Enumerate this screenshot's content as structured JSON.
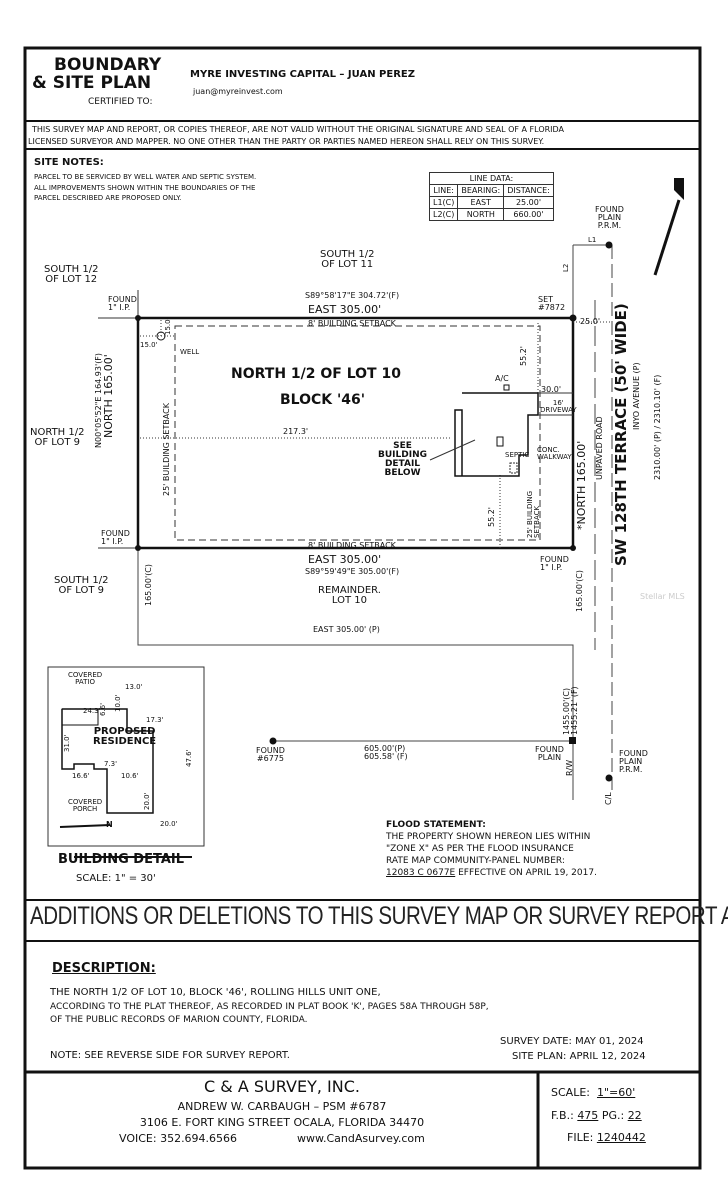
{
  "header": {
    "title_line1": "BOUNDARY",
    "title_line2": "& SITE PLAN",
    "certified_label": "CERTIFIED TO:",
    "client": "MYRE INVESTING CAPITAL – JUAN PEREZ",
    "email": "juan@myreinvest.com"
  },
  "disclaimer": {
    "line1": "THIS SURVEY MAP AND REPORT, OR COPIES THEREOF, ARE NOT VALID WITHOUT THE ORIGINAL SIGNATURE AND SEAL OF A FLORIDA",
    "line2": "LICENSED SURVEYOR AND MAPPER. NO ONE OTHER THAN THE PARTY OR PARTIES NAMED HEREON SHALL RELY ON THIS SURVEY."
  },
  "site_notes": {
    "heading": "SITE NOTES:",
    "lines": [
      "PARCEL TO BE SERVICED BY WELL WATER AND SEPTIC SYSTEM.",
      "ALL IMPROVEMENTS SHOWN WITHIN THE BOUNDARIES OF THE",
      "PARCEL DESCRIBED ARE PROPOSED ONLY."
    ]
  },
  "line_data": {
    "title": "LINE DATA:",
    "headers": [
      "LINE:",
      "BEARING:",
      "DISTANCE:"
    ],
    "rows": [
      [
        "L1(C)",
        "EAST",
        "25.00'"
      ],
      [
        "L2(C)",
        "NORTH",
        "660.00'"
      ]
    ]
  },
  "north_arrow": "N",
  "plan": {
    "south_lot11": [
      "SOUTH 1/2",
      "OF LOT 11"
    ],
    "south_lot12": [
      "SOUTH 1/2",
      "OF LOT 12"
    ],
    "north_lot9": [
      "NORTH 1/2",
      "OF LOT 9"
    ],
    "south_lot9": [
      "SOUTH 1/2",
      "OF LOT 9"
    ],
    "found_ip_nw": [
      "FOUND",
      "1\" I.P."
    ],
    "found_ip_sw": [
      "FOUND",
      "1\" I.P."
    ],
    "found_ip_se": [
      "FOUND",
      "1\" I.P."
    ],
    "set_ne": [
      "SET",
      "#7872"
    ],
    "found_prm_top": [
      "FOUND",
      "PLAIN",
      "P.R.M."
    ],
    "l1": "L1",
    "l2": "L2",
    "north_bearing_f": "S89°58'17\"E   304.72'(F)",
    "north_line": "EAST   305.00'",
    "south_line": "EAST   305.00'",
    "south_bearing_f": "S89°59'49\"E   305.00'(F)",
    "setback_8_top": "8' BUILDING SETBACK",
    "setback_8_bottom": "8' BUILDING SETBACK",
    "setback_25_west": "25' BUILDING SETBACK",
    "setback_25_east": [
      "25' BUILDING",
      "SETBACK"
    ],
    "well": "WELL",
    "well_dist_a": "15.0'",
    "well_dist_b": "15.0'",
    "lot_title": "NORTH 1/2 OF LOT 10",
    "block_title": "BLOCK '46'",
    "west_bearing_f": "N00°05'52\"E   164.93'(F)",
    "west_line": "NORTH   165.00'",
    "east_line": "*NORTH   165.00'",
    "dist_217": "217.3'",
    "dist_55_top": "55.2'",
    "dist_55_bottom": "55.2'",
    "dist_25": "25.0'",
    "dist_30": "30.0'",
    "ac": "A/C",
    "driveway": [
      "16'",
      "DRIVEWAY"
    ],
    "walkway": [
      "CONC.",
      "WALKWAY"
    ],
    "septic": "SEPTIC",
    "see_detail": [
      "SEE",
      "BUILDING",
      "DETAIL",
      "BELOW"
    ],
    "unpaved_road": "UNPAVED ROAD",
    "street": "SW 128TH TERRACE (50' WIDE)",
    "inyo": "INYO AVENUE (P)",
    "road_dist": "2310.00' (P) / 2310.10' (F)",
    "remainder": [
      "REMAINDER.",
      "LOT 10"
    ],
    "west_165c": "165.00'(C)",
    "east_165c": "165.00'(C)",
    "remainder_south": "EAST   305.00' (P)",
    "dist_1455": [
      "1455.00'(C)",
      "1455.21' (F)"
    ],
    "found_6775": [
      "FOUND",
      "#6775"
    ],
    "dist_605": [
      "605.00'(P)",
      "605.58' (F)"
    ],
    "found_plain": [
      "FOUND",
      "PLAIN"
    ],
    "rw": "R/W",
    "found_prm_bottom": [
      "FOUND",
      "PLAIN",
      "P.R.M."
    ],
    "cl": "C/L",
    "watermark": "Stellar MLS"
  },
  "building_detail": {
    "covered_patio": [
      "COVERED",
      "PATIO"
    ],
    "covered_porch": [
      "COVERED",
      "PORCH"
    ],
    "proposed": [
      "PROPOSED",
      "RESIDENCE"
    ],
    "dims": {
      "d13": "13.0'",
      "d66": "6.6'",
      "d10": "10.0'",
      "d243": "24.3'",
      "d173": "17.3'",
      "d31": "31.0'",
      "d476": "47.6'",
      "d73": "7.3'",
      "d166": "16.6'",
      "d106": "10.6'",
      "d20a": "20.0'",
      "d20b": "20.0'"
    },
    "north": "N",
    "title": "BUILDING DETAIL",
    "scale": "SCALE:  1\" = 30'"
  },
  "flood": {
    "heading": "FLOOD STATEMENT:",
    "line1": "THE PROPERTY SHOWN HEREON LIES WITHIN",
    "line2": "\"ZONE X\" AS PER THE FLOOD INSURANCE",
    "line3": "RATE MAP COMMUNITY-PANEL NUMBER:",
    "panel": "12083 C 0677E",
    "effective": " EFFECTIVE ON APRIL 19, 2017."
  },
  "banner": "ADDITIONS OR DELETIONS TO THIS SURVEY MAP OR SURVEY REPORT ARE PROHIBITED.",
  "description": {
    "heading": "DESCRIPTION:",
    "line1": "THE NORTH 1/2 OF LOT 10, BLOCK '46', ROLLING HILLS UNIT ONE,",
    "line2": "ACCORDING TO THE PLAT THEREOF, AS RECORDED IN PLAT BOOK 'K', PAGES 58A THROUGH 58P,",
    "line3": "OF THE PUBLIC RECORDS OF MARION COUNTY, FLORIDA.",
    "note": "NOTE:   SEE REVERSE SIDE FOR SURVEY REPORT.",
    "survey_date": "SURVEY DATE: MAY 01, 2024",
    "site_plan_date": "SITE PLAN: APRIL 12, 2024"
  },
  "footer": {
    "company": "C & A SURVEY, INC.",
    "surveyor": "ANDREW W. CARBAUGH – PSM #6787",
    "address": "3106 E. FORT KING STREET    OCALA, FLORIDA 34470",
    "voice": "VOICE:  352.694.6566",
    "website": "www.CandAsurvey.com",
    "scale_label": "SCALE:",
    "scale_value": "1\"=60'",
    "fb_label": "F.B.:",
    "fb_value": "475",
    "pg_label": "PG.:",
    "pg_value": "22",
    "file_label": "FILE:",
    "file_value": "1240442"
  }
}
